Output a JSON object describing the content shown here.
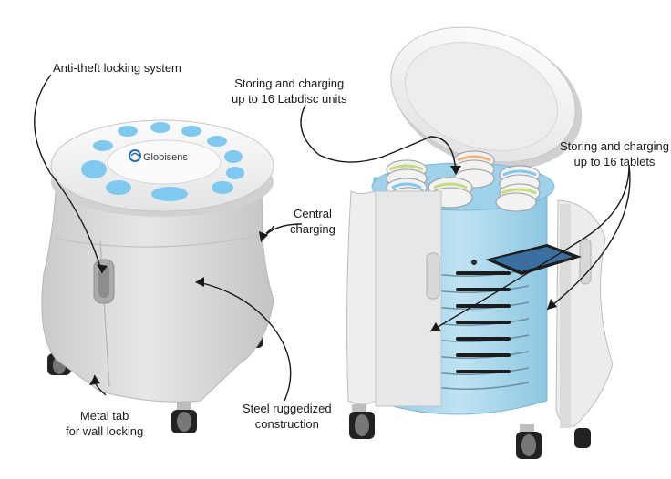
{
  "brand": {
    "logo_text": "Globisens"
  },
  "callouts": {
    "anti_theft": {
      "line1": "Anti-theft locking system"
    },
    "labdisc": {
      "line1": "Storing and charging",
      "line2": "up to 16 Labdisc units"
    },
    "tablets": {
      "line1": "Storing and charging",
      "line2": "up to 16 tablets"
    },
    "central": {
      "line1": "Central",
      "line2": "charging"
    },
    "metal_tab": {
      "line1": "Metal tab",
      "line2": "for wall locking"
    },
    "steel": {
      "line1": "Steel ruggedized",
      "line2": "construction"
    }
  },
  "colors": {
    "body_gray": "#d9dadc",
    "lid_white": "#f3f4f5",
    "accent_blue": "#7fc8ee",
    "interior_blue": "#a9d8ee",
    "wheel_black": "#222222"
  }
}
